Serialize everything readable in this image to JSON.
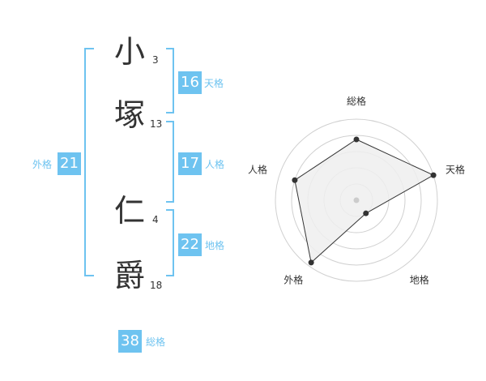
{
  "name": {
    "chars": [
      {
        "char": "小",
        "strokes": "3"
      },
      {
        "char": "塚",
        "strokes": "13"
      },
      {
        "char": "仁",
        "strokes": "4"
      },
      {
        "char": "爵",
        "strokes": "18"
      }
    ]
  },
  "fortune": {
    "tenkaku": {
      "value": "16",
      "label": "天格"
    },
    "jinkaku": {
      "value": "17",
      "label": "人格"
    },
    "chikaku": {
      "value": "22",
      "label": "地格"
    },
    "gaikaku": {
      "value": "21",
      "label": "外格"
    },
    "soukaku": {
      "value": "38",
      "label": "総格"
    }
  },
  "chart_data": {
    "type": "radar",
    "axes": [
      "総格",
      "天格",
      "地格",
      "外格",
      "人格"
    ],
    "values": [
      0.75,
      1.0,
      0.2,
      0.95,
      0.8
    ],
    "max": 1.0,
    "rings": 5,
    "colors": {
      "fill": "#efefef",
      "line": "#333333",
      "ring": "#d0d0d0",
      "point": "#333333",
      "center": "#cccccc"
    }
  }
}
